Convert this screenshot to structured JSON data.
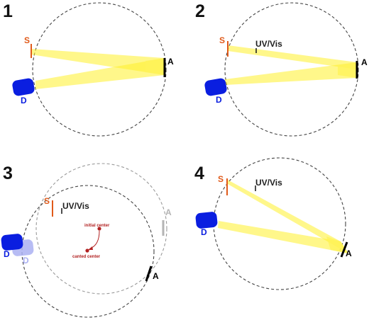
{
  "panels": [
    {
      "number": "1",
      "source_label": "S",
      "detector_label": "D",
      "analyzer_label": "A"
    },
    {
      "number": "2",
      "source_label": "S",
      "detector_label": "D",
      "analyzer_label": "A",
      "uvvis_label": "UV/Vis"
    },
    {
      "number": "3",
      "source_label": "S",
      "detector_label": "D",
      "detector_ghost_label": "D",
      "analyzer_label": "A",
      "analyzer_ghost_label": "A",
      "uvvis_label": "UV/Vis",
      "initial_center_label": "initial center",
      "canted_center_label": "canted center"
    },
    {
      "number": "4",
      "source_label": "S",
      "detector_label": "D",
      "analyzer_label": "A",
      "uvvis_label": "UV/Vis"
    }
  ],
  "colors": {
    "source": "#e05a1a",
    "detector": "#0a1ee0",
    "detector_ghost": "#aab0f2",
    "analyzer": "#000000",
    "analyzer_ghost": "#b4b4b4",
    "beam": "#fff02a",
    "annotation": "#b22222"
  }
}
